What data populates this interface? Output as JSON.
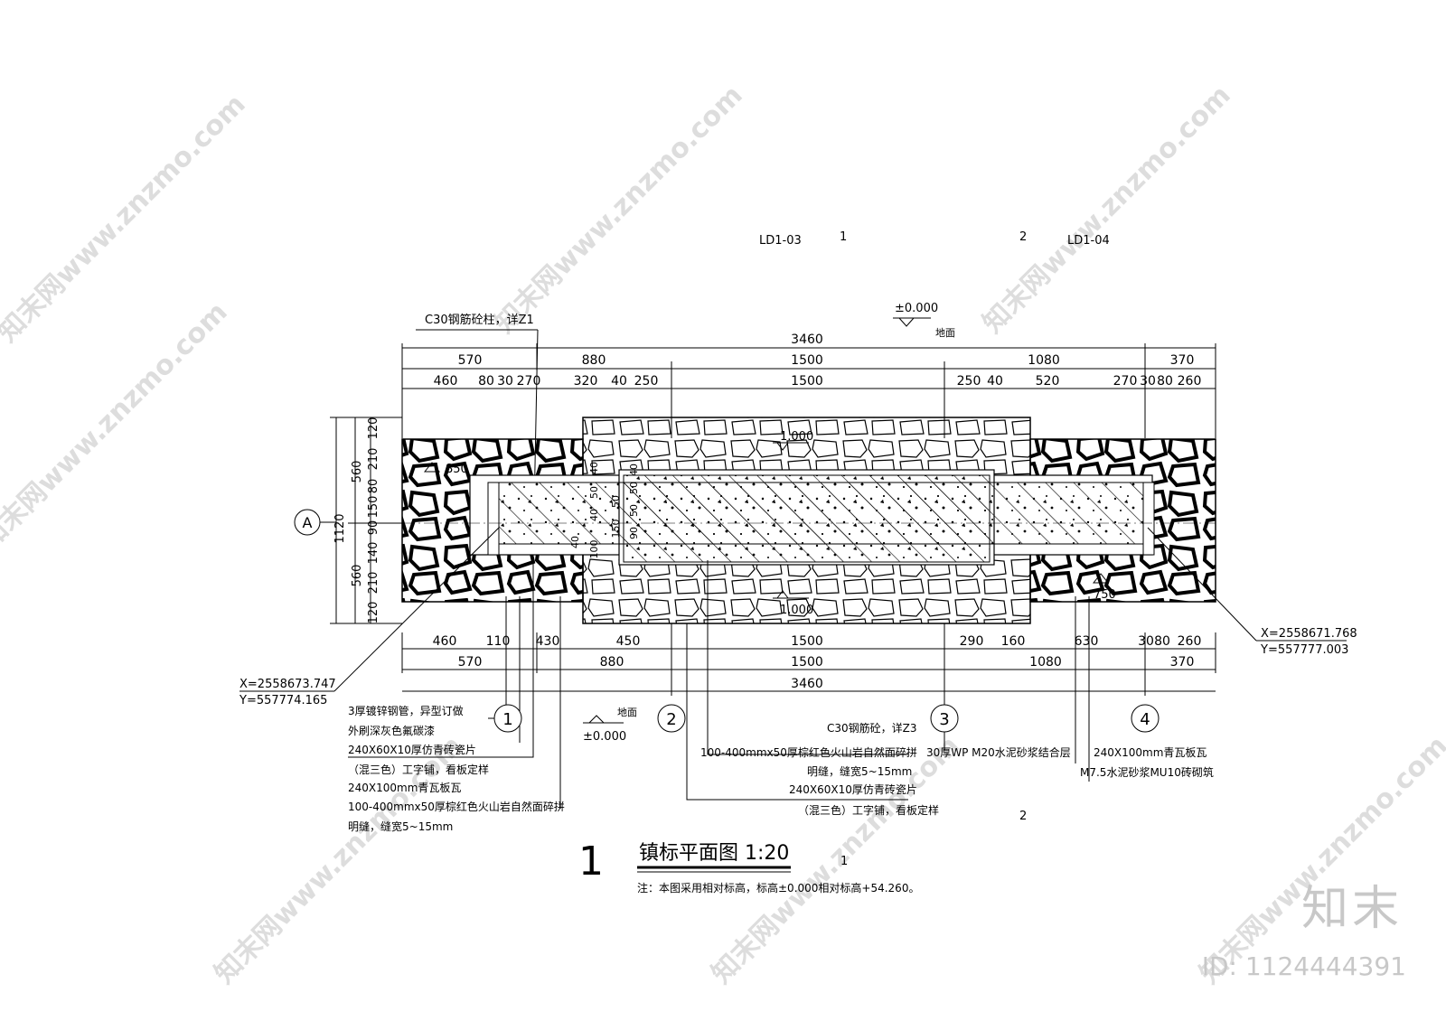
{
  "sheet_refs": {
    "left_ref": "LD1-03",
    "left_num": "1",
    "right_num": "2",
    "right_ref": "LD1-04"
  },
  "ground_top": {
    "elev": "±0.000",
    "label": "地面"
  },
  "column_note": "C30钢筋砼柱，详Z1",
  "top_dims": {
    "total": "3460",
    "row1": [
      "570",
      "880",
      "1500",
      "1080",
      "370"
    ],
    "row2": [
      "460",
      "80",
      "30",
      "270",
      "320",
      "40",
      "250",
      "1500",
      "250",
      "40",
      "520",
      "270",
      "30",
      "80",
      "260"
    ]
  },
  "bottom_dims": {
    "total": "3460",
    "row1": [
      "460",
      "110",
      "430",
      "450",
      "1500",
      "290",
      "160",
      "630",
      "30",
      "80",
      "260"
    ],
    "row2": [
      "570",
      "880",
      "1500",
      "1080",
      "370"
    ]
  },
  "left_dims": {
    "total": "1120",
    "halves": [
      "560",
      "560"
    ],
    "segs": [
      "120",
      "210",
      "80",
      "150",
      "90",
      "140",
      "210",
      "120"
    ]
  },
  "inner_dims": {
    "a": "40",
    "b": "50",
    "c": "40",
    "d": "40",
    "e": "100",
    "f": "50",
    "g": "40",
    "h": "50",
    "i": "90",
    "j": "150",
    "k": "50"
  },
  "axis_label": "A",
  "elevations": {
    "upper": "1.000",
    "lower": "1.000",
    "left": "850",
    "right": "750"
  },
  "coord_left": {
    "x": "X=2558673.747",
    "y": "Y=557774.165"
  },
  "coord_right": {
    "x": "X=2558671.768",
    "y": "Y=557777.003"
  },
  "markers": [
    "1",
    "2",
    "3",
    "4"
  ],
  "ground_bottom": {
    "label": "地面",
    "elev": "±0.000"
  },
  "notes_left": [
    "3厚镀锌钢管，异型订做",
    "外刷深灰色氟碳漆",
    "240X60X10厚仿青砖瓷片",
    "（混三色）工字铺，看板定样",
    "240X100mm青瓦板瓦",
    "100-400mmx50厚棕红色火山岩自然面碎拼",
    "明缝，缝宽5~15mm"
  ],
  "notes_mid_top": "C30钢筋砼，详Z3",
  "notes_mid": [
    "100-400mmx50厚棕红色火山岩自然面碎拼",
    "明缝，缝宽5~15mm",
    "240X60X10厚仿青砖瓷片",
    "（混三色）工字铺，看板定样"
  ],
  "notes_three": "30厚WP  M20水泥砂浆结合层",
  "notes_right": [
    "240X100mm青瓦板瓦",
    "M7.5水泥砂浆MU10砖砌筑"
  ],
  "stray_labels": {
    "two": "2",
    "one": "1"
  },
  "title": {
    "num": "1",
    "text": "镇标平面图 1:20"
  },
  "footnote": "注：本图采用相对标高，标高±0.000相对标高+54.260。",
  "watermark": {
    "text": "知末网www.znzmo.com",
    "brand": "知末",
    "id": "ID: 1124444391"
  }
}
